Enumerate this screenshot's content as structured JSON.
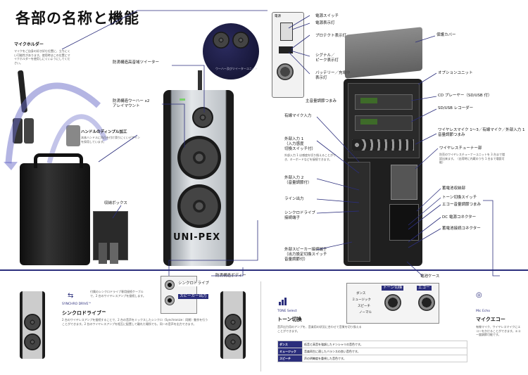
{
  "page_title": "各部の名称と機能",
  "colors": {
    "accent": "#2b2e7c",
    "dark": "#1f1f1f"
  },
  "left": {
    "mic_holder": {
      "title": "マイクホルダー",
      "note": "マイクをご自身の好き好む位置に、立ちにくい可能性があります。使用時はこの位置にマイクホルダーを使用しにくいようにしてください。"
    },
    "handle_label": "ハンドルのディンプル加工",
    "handle_note": "本体ハンドルに凹凸を付け滑りにくいデザインを採用しています。",
    "storage_label": "収納ボックス",
    "tweeter_label": "防滴構造高音域ツイーター",
    "woofer_label": "防滴構造ウーハー x2\nアレイマウント",
    "speaker_brand": "UNI-PEX",
    "body_label": "防滴構造ボディー",
    "power_panel": {
      "power_label": "電源",
      "power_switch": "電源スイッチ",
      "power_led": "電源表示灯",
      "protect_led": "プロテクト表示灯",
      "signal_led": "シグナル／\nピーク表示灯",
      "battery_led": "バッテリー／充電中\n表示灯",
      "volume_knob": "主音量調節つまみ",
      "woofer_inset": "ウーハー及びツイーターユニット"
    }
  },
  "right": {
    "cover_label": "保護カバー",
    "option_unit": "オプションユニット",
    "cd_player": "CD プレーヤー（SD/USB 付）",
    "sd_recorder": "SD/USB レコーダー",
    "wireless_mic": "ワイヤレスマイク 1〜3／有線マイク／外部入力 1\n音量調節つまみ",
    "wired_mic": "有線マイク入力",
    "ext_in1": "外部入力 1\n（入力感度\n切換スイッチ付）",
    "ext_in1_note": "外部入力 1 は感度を切り換えることができ、キーボードなどを接続できます。",
    "ext_in2": "外部入力 2\n（音量調節付）",
    "line_out": "ライン出力",
    "synchro_drive": "シンクロドライブ\n接続端子",
    "ext_spk": "外部スピーカー接続端子\n（出力設定切換スイッチ\n音量調節付）",
    "tuner_label": "ワイヤレスチューナー部",
    "tuner_note": "別売のワイヤレスチューナーユニットを 3 台まで増設出来ます。（出荷時に内蔵のうち 1 台まで増設可能）",
    "battery_box": "蓄電池収納部",
    "tone_switch": "トーン切換スイッチ",
    "echo_knob": "エコー音量調節つまみ",
    "dc_power": "DC 電源コネクター",
    "battery_connector": "蓄電池接続コネクター",
    "battery_case": "電池ケース"
  },
  "bottom": {
    "sync": {
      "eng": "SYNCHRO DRIVE™",
      "title": "シンクロドライブ™",
      "text": "2 台のワイヤレスアンプを接続することで、2 台の音声をミックスしたシンクロ（Synchronize：同期）動作を行うことができます。2 台のワイヤレスアンプを相互に配置して離れた場所でも、同一の音声を出力できます。",
      "callout": "付属のシンクロドライブ専用接続ケーブルで、2 台のワイヤレスアンプを接続します。",
      "panel_label1": "シンクロドライブ",
      "panel_label2": "スピーカー出力"
    },
    "tone": {
      "eng": "TONE Select",
      "title": "トーン切換",
      "text": "音声出力用のアンプを、音楽用の状況に合わせて音質を切り換えることができます。",
      "table": [
        {
          "mode": "ダンス",
          "desc": "低音と高音を強調したドンシャリの音色です。"
        },
        {
          "mode": "ミュージック",
          "desc": "音楽再生に適したバランスの良い音色です。"
        },
        {
          "mode": "スピーチ",
          "desc": "声の明瞭度を重視した音色です。"
        }
      ],
      "knob_tone": "トーン切換",
      "knob_echo": "エコー",
      "knob_opts": [
        "ダンス",
        "ミュージック",
        "スピーチ",
        "ノーマル"
      ]
    },
    "echo": {
      "eng": "Mic Echo",
      "title": "マイクエコー",
      "text": "有線マイク、ワイヤレスマイクにエコーをかけることができます。エコー量調節可能です。"
    }
  }
}
